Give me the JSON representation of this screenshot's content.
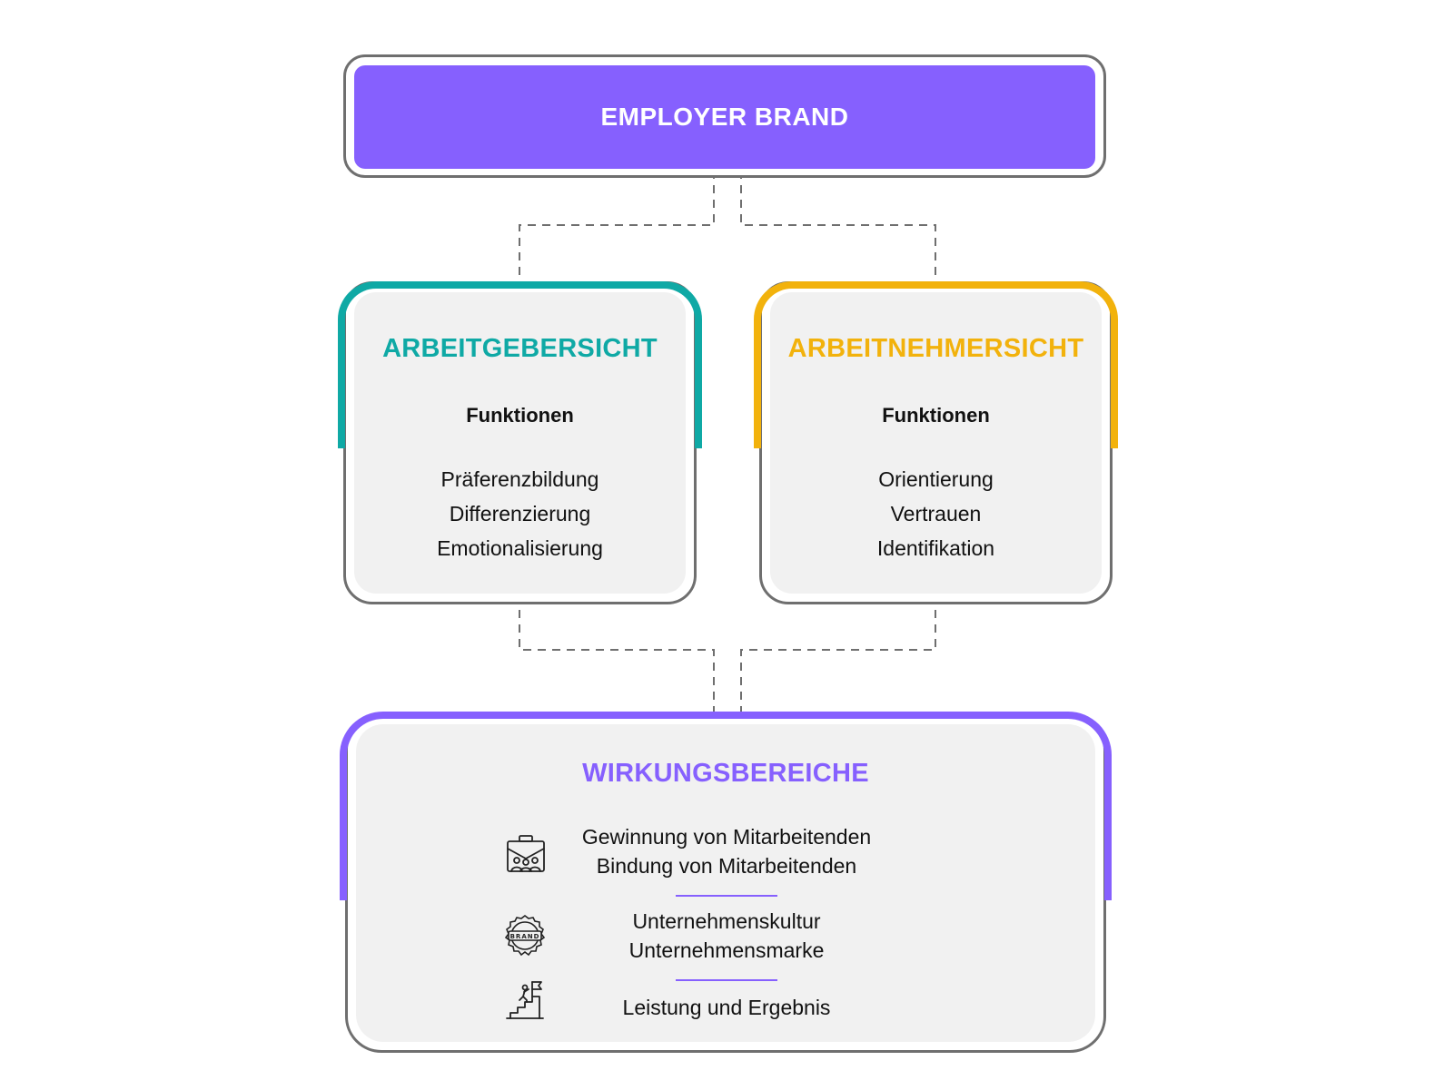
{
  "employer_brand": {
    "title": "EMPLOYER BRAND"
  },
  "employer_view": {
    "title": "ARBEITGEBERSICHT",
    "subtitle": "Funktionen",
    "items": [
      "Präferenzbildung",
      "Differenzierung",
      "Emotionalisierung"
    ]
  },
  "employee_view": {
    "title": "ARBEITNEHMERSICHT",
    "subtitle": "Funktionen",
    "items": [
      "Orientierung",
      "Vertrauen",
      "Identifikation"
    ]
  },
  "effects": {
    "title": "WIRKUNGSBEREICHE",
    "groups": [
      {
        "icon": "team-briefcase-icon",
        "lines": [
          "Gewinnung von Mitarbeitenden",
          "Bindung von Mitarbeitenden"
        ]
      },
      {
        "icon": "brand-seal-icon",
        "seal_text": "BRAND",
        "lines": [
          "Unternehmenskultur",
          "Unternehmensmarke"
        ]
      },
      {
        "icon": "stairs-flag-icon",
        "lines": [
          "Leistung und Ergebnis"
        ]
      }
    ]
  },
  "colors": {
    "purple": "#8660fe",
    "teal": "#0fa9a5",
    "yellow": "#f2b20c",
    "frame_gray": "#6f6f6f",
    "card_fill": "#f1f1f1",
    "dash_gray": "#6f6f6f"
  }
}
